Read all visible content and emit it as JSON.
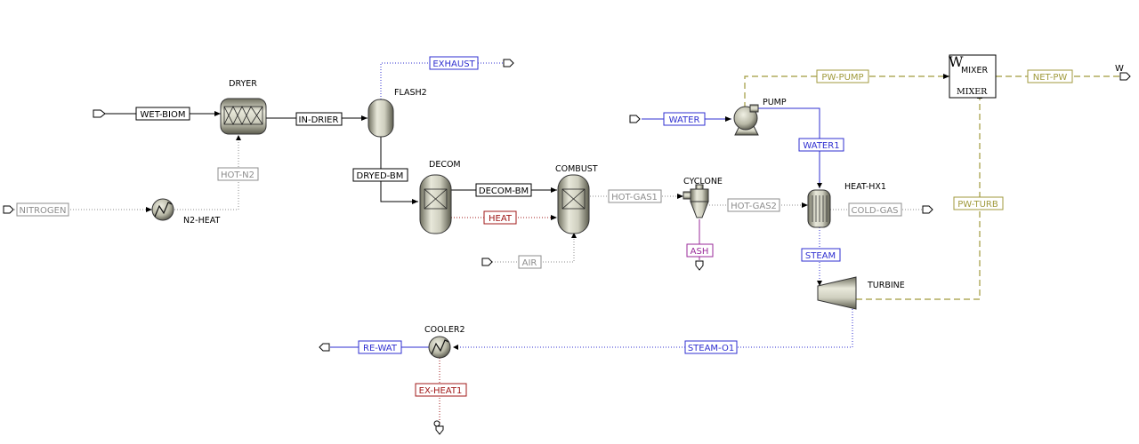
{
  "blocks": {
    "dryer": "DRYER",
    "flash2": "FLASH2",
    "decom": "DECOM",
    "combust": "COMBUST",
    "cyclone": "CYCLONE",
    "heat_hx1": "HEAT-HX1",
    "pump": "PUMP",
    "turbine": "TURBINE",
    "cooler2": "COOLER2",
    "n2_heat": "N2-HEAT",
    "mixer_label": "MIXER",
    "mixer_w": "W",
    "mixer_top": "MIXER",
    "mixer_bottom": "MIXER"
  },
  "streams": {
    "wet_biom": "WET-BIOM",
    "in_drier": "IN-DRIER",
    "exhaust": "EXHAUST",
    "hot_n2": "HOT-N2",
    "nitrogen": "NITROGEN",
    "dryed_bm": "DRYED-BM",
    "decom_bm": "DECOM-BM",
    "heat": "HEAT",
    "hot_gas1": "HOT-GAS1",
    "air": "AIR",
    "hot_gas2": "HOT-GAS2",
    "cold_gas": "COLD-GAS",
    "ash": "ASH",
    "water": "WATER",
    "water1": "WATER1",
    "steam": "STEAM",
    "pw_pump": "PW-PUMP",
    "net_pw": "NET-PW",
    "pw_turb": "PW-TURB",
    "w_out": "W",
    "steam_o1": "STEAM-O1",
    "re_wat": "RE-WAT",
    "ex_heat1": "EX-HEAT1"
  },
  "colors": {
    "material": "#000000",
    "gas": "#8c8c8c",
    "water": "#2f2fd0",
    "heat": "#a01818",
    "work": "#a09a3c",
    "ash": "#9a2a9a"
  }
}
